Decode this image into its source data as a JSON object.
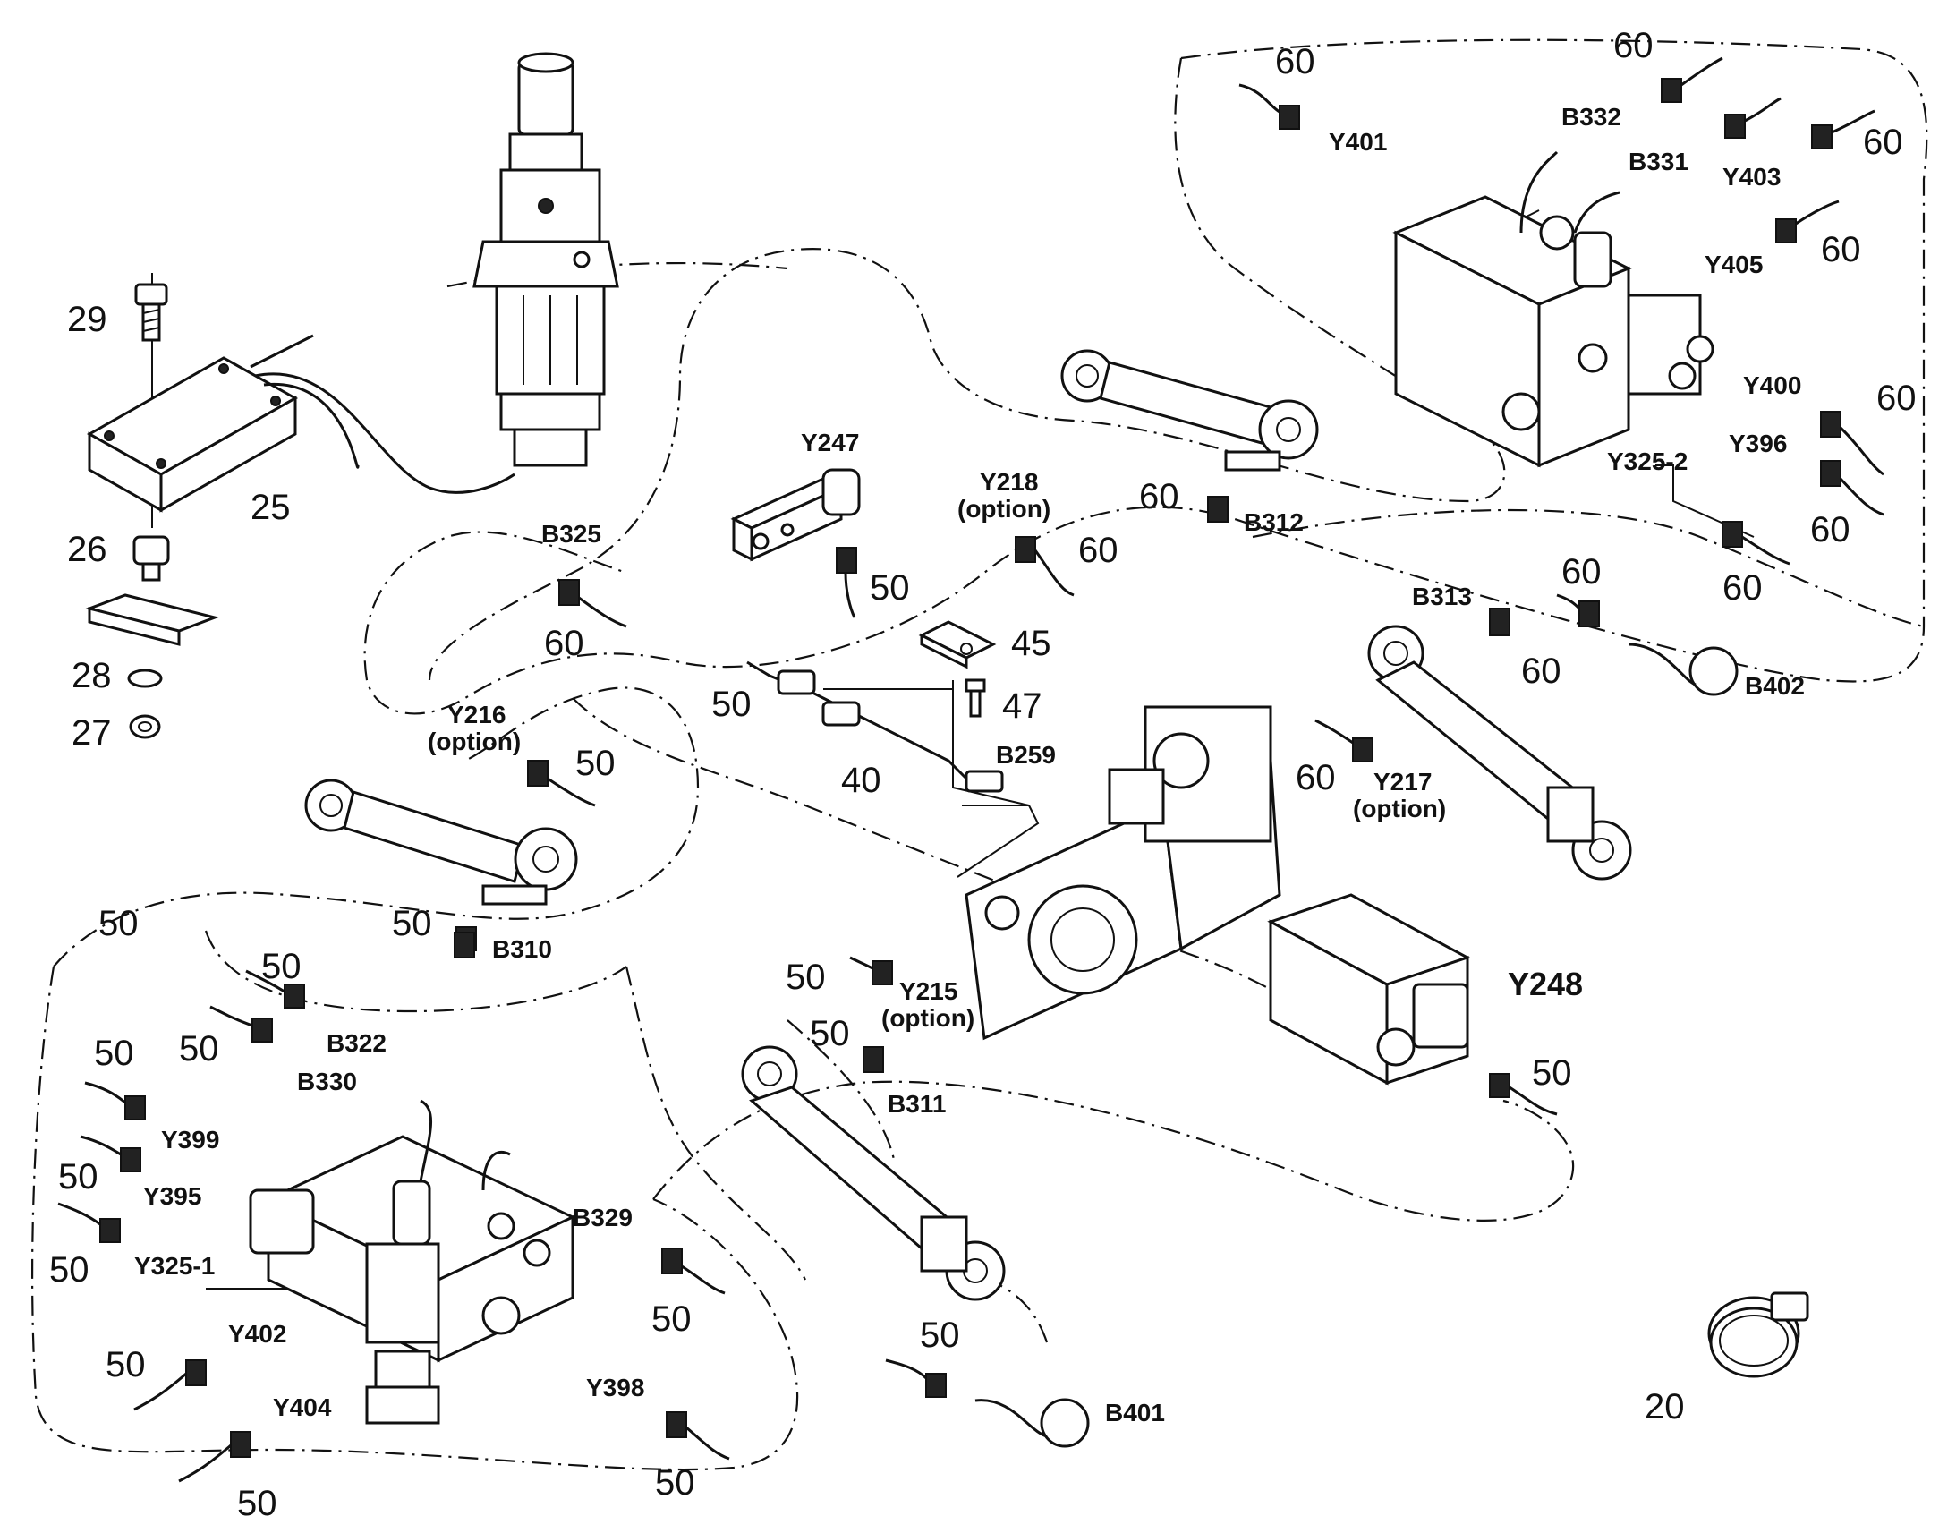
{
  "labels": {
    "n29": "29",
    "n25": "25",
    "n26": "26",
    "n28": "28",
    "n27": "27",
    "n60_b325": "60",
    "b325": "B325",
    "y247": "Y247",
    "n50_y247": "50",
    "y218a": "Y218",
    "y218b": "(option)",
    "n60_y218": "60",
    "n60_b312": "60",
    "b312": "B312",
    "n45": "45",
    "n47": "47",
    "n50_40": "50",
    "n40": "40",
    "b259": "B259",
    "y216a": "Y216",
    "y216b": "(option)",
    "n50_y216": "50",
    "n60_y217": "60",
    "y217a": "Y217",
    "y217b": "(option)",
    "b313": "B313",
    "n60_b313": "60",
    "n60_b402": "60",
    "b402": "B402",
    "n60_y401": "60",
    "y401": "Y401",
    "n60_b332": "60",
    "b332": "B332",
    "b331": "B331",
    "y403": "Y403",
    "n60_y403": "60",
    "y405": "Y405",
    "n60_y405": "60",
    "y400": "Y400",
    "n60_y400": "60",
    "y396": "Y396",
    "n60_y396": "60",
    "y3252": "Y325-2",
    "n60_y3252": "60",
    "n50_left": "50",
    "n50_b310": "50",
    "b310": "B310",
    "n50_b322": "50",
    "b322": "B322",
    "n50_b330": "50",
    "b330": "B330",
    "n50_y399": "50",
    "y399": "Y399",
    "n50_y395": "50",
    "y395": "Y395",
    "n50_y3251": "50",
    "y3251": "Y325-1",
    "n50_y215": "50",
    "y215a": "Y215",
    "y215b": "(option)",
    "n50_b311": "50",
    "b311": "B311",
    "y248": "Y248",
    "n50_y248": "50",
    "b329": "B329",
    "n50_b329": "50",
    "y402": "Y402",
    "n50_y402": "50",
    "y404": "Y404",
    "n50_y404": "50",
    "y398": "Y398",
    "n50_y398": "50",
    "n50_b401": "50",
    "b401": "B401",
    "n20": "20"
  }
}
